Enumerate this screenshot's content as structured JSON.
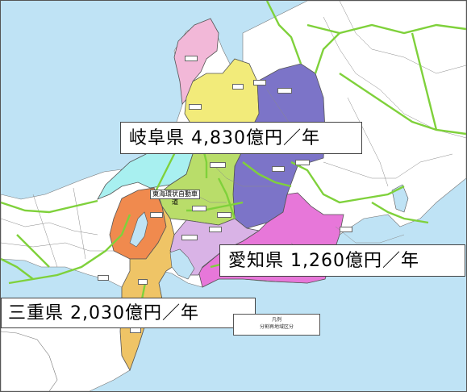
{
  "callouts": {
    "gifu": "岐阜県 4,830億円／年",
    "aichi": "愛知県 1,260億円／年",
    "mie": "三重県 2,030億円／年"
  },
  "map_labels": {
    "expressway": "東海環状自動車道"
  },
  "legend": {
    "line1": "凡例",
    "line2": "分割再地域区分"
  },
  "colors": {
    "sea": "#bfe3f5",
    "land": "#ffffff",
    "toyama": "#f2eb7a",
    "ishikawa": "#f2b8d8",
    "fukui": "#a8f0f0",
    "gifu": "#b9dd6a",
    "nagano": "#7c74c8",
    "shiga": "#f08a4e",
    "mie": "#efc466",
    "aichi": "#d9b3e6",
    "shizuoka": "#e777d9",
    "road": "#7fd13b"
  }
}
